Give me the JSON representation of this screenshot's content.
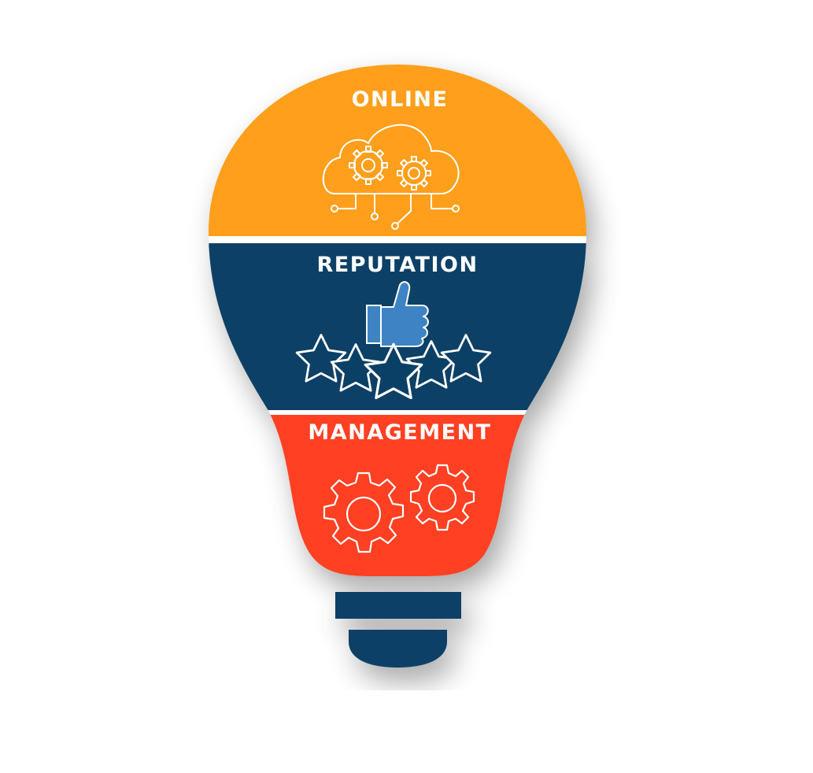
{
  "sections": [
    {
      "label": "ONLINE",
      "icon": "cloud-gears-icon",
      "color": "#FF9F1C"
    },
    {
      "label": "REPUTATION",
      "icon": "thumbs-up-stars-icon",
      "color": "#0B4066"
    },
    {
      "label": "MANAGEMENT",
      "icon": "gears-icon",
      "color": "#FF4020"
    }
  ],
  "colors": {
    "base": "#0B4066",
    "background": "#FFFFFF",
    "icon_stroke": "#FFFFFF"
  }
}
